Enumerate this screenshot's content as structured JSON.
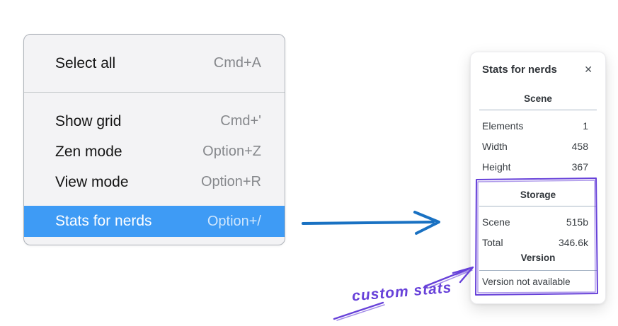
{
  "menu": {
    "groups": [
      {
        "items": [
          {
            "label": "Select all",
            "shortcut": "Cmd+A"
          }
        ]
      },
      {
        "items": [
          {
            "label": "Show grid",
            "shortcut": "Cmd+'"
          },
          {
            "label": "Zen mode",
            "shortcut": "Option+Z"
          },
          {
            "label": "View mode",
            "shortcut": "Option+R"
          },
          {
            "label": "Stats for nerds",
            "shortcut": "Option+/",
            "highlighted": true
          }
        ]
      }
    ]
  },
  "stats_panel": {
    "title": "Stats for nerds",
    "close_icon": "✕",
    "scene_section": {
      "header": "Scene",
      "rows": [
        {
          "label": "Elements",
          "value": "1"
        },
        {
          "label": "Width",
          "value": "458"
        },
        {
          "label": "Height",
          "value": "367"
        }
      ]
    },
    "storage_section": {
      "header": "Storage",
      "rows": [
        {
          "label": "Scene",
          "value": "515b"
        },
        {
          "label": "Total",
          "value": "346.6k"
        }
      ]
    },
    "version_section": {
      "header": "Version",
      "note": "Version not available"
    }
  },
  "annotation": {
    "label": "custom stats"
  },
  "colors": {
    "menu_highlight": "#3e9bf5",
    "arrow_blue": "#1971c2",
    "annotation_purple": "#6741d9"
  }
}
